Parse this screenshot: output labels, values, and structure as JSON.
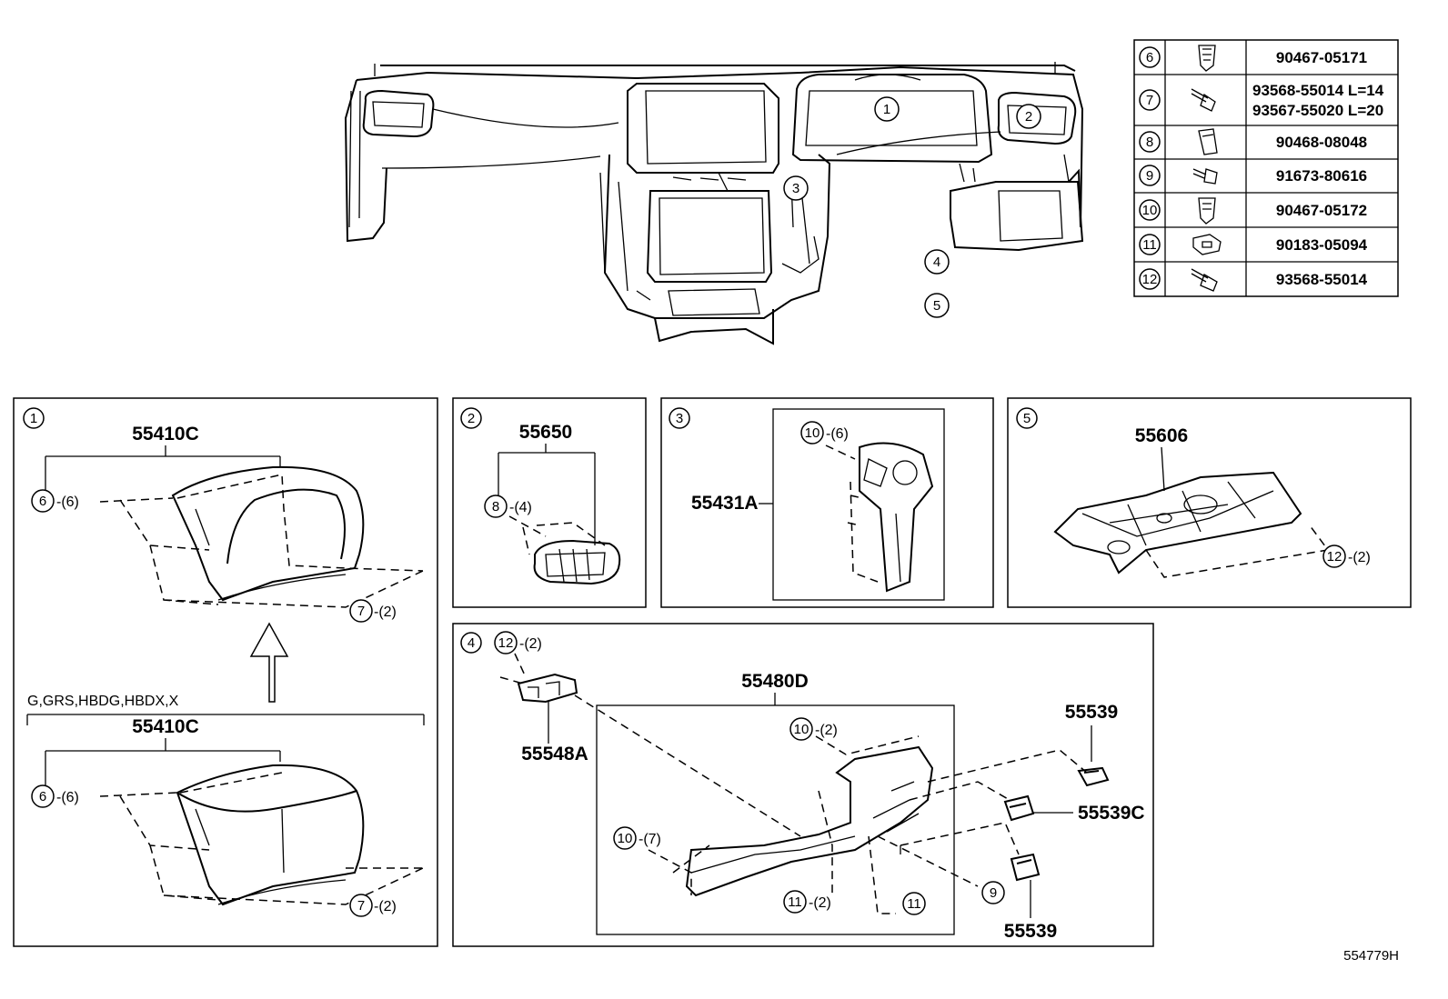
{
  "legend_table": {
    "rows": [
      {
        "ref": "6",
        "icon": "clip-icon",
        "part": "90467-05171",
        "part2": ""
      },
      {
        "ref": "7",
        "icon": "screw-icon",
        "part": "93568-55014 L=14",
        "part2": "93567-55020 L=20"
      },
      {
        "ref": "8",
        "icon": "clip-icon",
        "part": "90468-08048",
        "part2": ""
      },
      {
        "ref": "9",
        "icon": "bolt-icon",
        "part": "91673-80616",
        "part2": ""
      },
      {
        "ref": "10",
        "icon": "clip-icon",
        "part": "90467-05172",
        "part2": ""
      },
      {
        "ref": "11",
        "icon": "nut-icon",
        "part": "90183-05094",
        "part2": ""
      },
      {
        "ref": "12",
        "icon": "screw-icon",
        "part": "93568-55014",
        "part2": ""
      }
    ]
  },
  "overview": {
    "callouts": [
      "1",
      "2",
      "3",
      "4",
      "5"
    ]
  },
  "panel1": {
    "ref": "1",
    "part_top": "55410C",
    "variant_label": "G,GRS,HBDG,HBDX,X",
    "part_bottom": "55410C",
    "top_c1": "6",
    "top_q1": "-(6)",
    "top_c2": "7",
    "top_q2": "-(2)",
    "bot_c1": "6",
    "bot_q1": "-(6)",
    "bot_c2": "7",
    "bot_q2": "-(2)"
  },
  "panel2": {
    "ref": "2",
    "part": "55650",
    "c1": "8",
    "q1": "-(4)"
  },
  "panel3": {
    "ref": "3",
    "part": "55431A",
    "c1": "10",
    "q1": "-(6)"
  },
  "panel5": {
    "ref": "5",
    "part": "55606",
    "c1": "12",
    "q1": "-(2)"
  },
  "panel4": {
    "ref": "4",
    "c_top": "12",
    "q_top": "-(2)",
    "part_bracket": "55548A",
    "part_main": "55480D",
    "c_a": "10",
    "q_a": "-(2)",
    "c_b": "10",
    "q_b": "-(7)",
    "c_c": "11",
    "q_c": "-(2)",
    "c_d": "11",
    "c_e": "9",
    "part_clip1": "55539",
    "part_clip2": "55539C",
    "part_clip3": "55539"
  },
  "illustration_code": "554779H"
}
